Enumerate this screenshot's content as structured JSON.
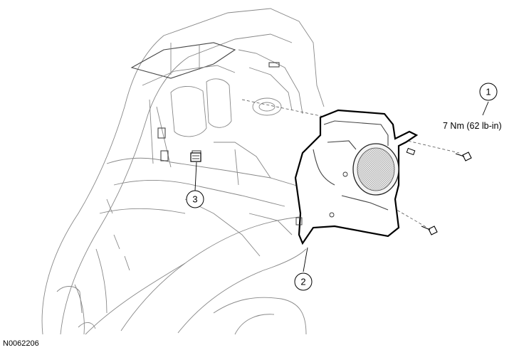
{
  "callouts": [
    {
      "id": "1",
      "label": "1"
    },
    {
      "id": "2",
      "label": "2"
    },
    {
      "id": "3",
      "label": "3"
    }
  ],
  "torque_spec": "7 Nm (62 lb-in)",
  "figure_id": "N0062206"
}
